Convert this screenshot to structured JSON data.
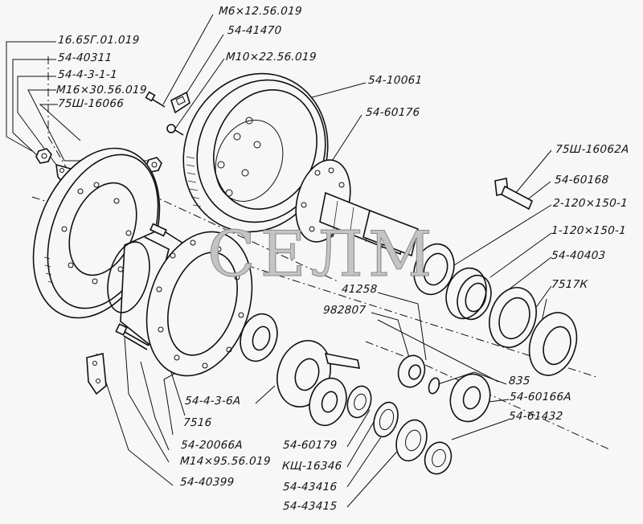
{
  "diagram": {
    "title": "Exploded view: drive gear assembly",
    "watermark": "СЕЛМ",
    "labels": [
      {
        "id": "l01",
        "text": "M6×12.56.019"
      },
      {
        "id": "l02",
        "text": "54-41470"
      },
      {
        "id": "l03",
        "text": "16.65Г.01.019"
      },
      {
        "id": "l04",
        "text": "M10×22.56.019"
      },
      {
        "id": "l05",
        "text": "54-40311"
      },
      {
        "id": "l06",
        "text": "54-4-3-1-1"
      },
      {
        "id": "l07",
        "text": "M16×30.56.019"
      },
      {
        "id": "l08",
        "text": "75Ш-16066"
      },
      {
        "id": "l09",
        "text": "54-10061"
      },
      {
        "id": "l10",
        "text": "54-60176"
      },
      {
        "id": "l11",
        "text": "75Ш-16062А"
      },
      {
        "id": "l12",
        "text": "54-60168"
      },
      {
        "id": "l13",
        "text": "2-120×150-1"
      },
      {
        "id": "l14",
        "text": "1-120×150-1"
      },
      {
        "id": "l15",
        "text": "54-40403"
      },
      {
        "id": "l16",
        "text": "7517К"
      },
      {
        "id": "l17",
        "text": "41258"
      },
      {
        "id": "l18",
        "text": "982807"
      },
      {
        "id": "l19",
        "text": "835"
      },
      {
        "id": "l20",
        "text": "54-60166А"
      },
      {
        "id": "l21",
        "text": "54-61432"
      },
      {
        "id": "l22",
        "text": "54-4-3-6А"
      },
      {
        "id": "l23",
        "text": "7516"
      },
      {
        "id": "l24",
        "text": "54-20066А"
      },
      {
        "id": "l25",
        "text": "M14×95.56.019"
      },
      {
        "id": "l26",
        "text": "54-40399"
      },
      {
        "id": "l27",
        "text": "54-60179"
      },
      {
        "id": "l28",
        "text": "КЩ-16346"
      },
      {
        "id": "l29",
        "text": "54-43416"
      },
      {
        "id": "l30",
        "text": "54-43415"
      }
    ]
  }
}
